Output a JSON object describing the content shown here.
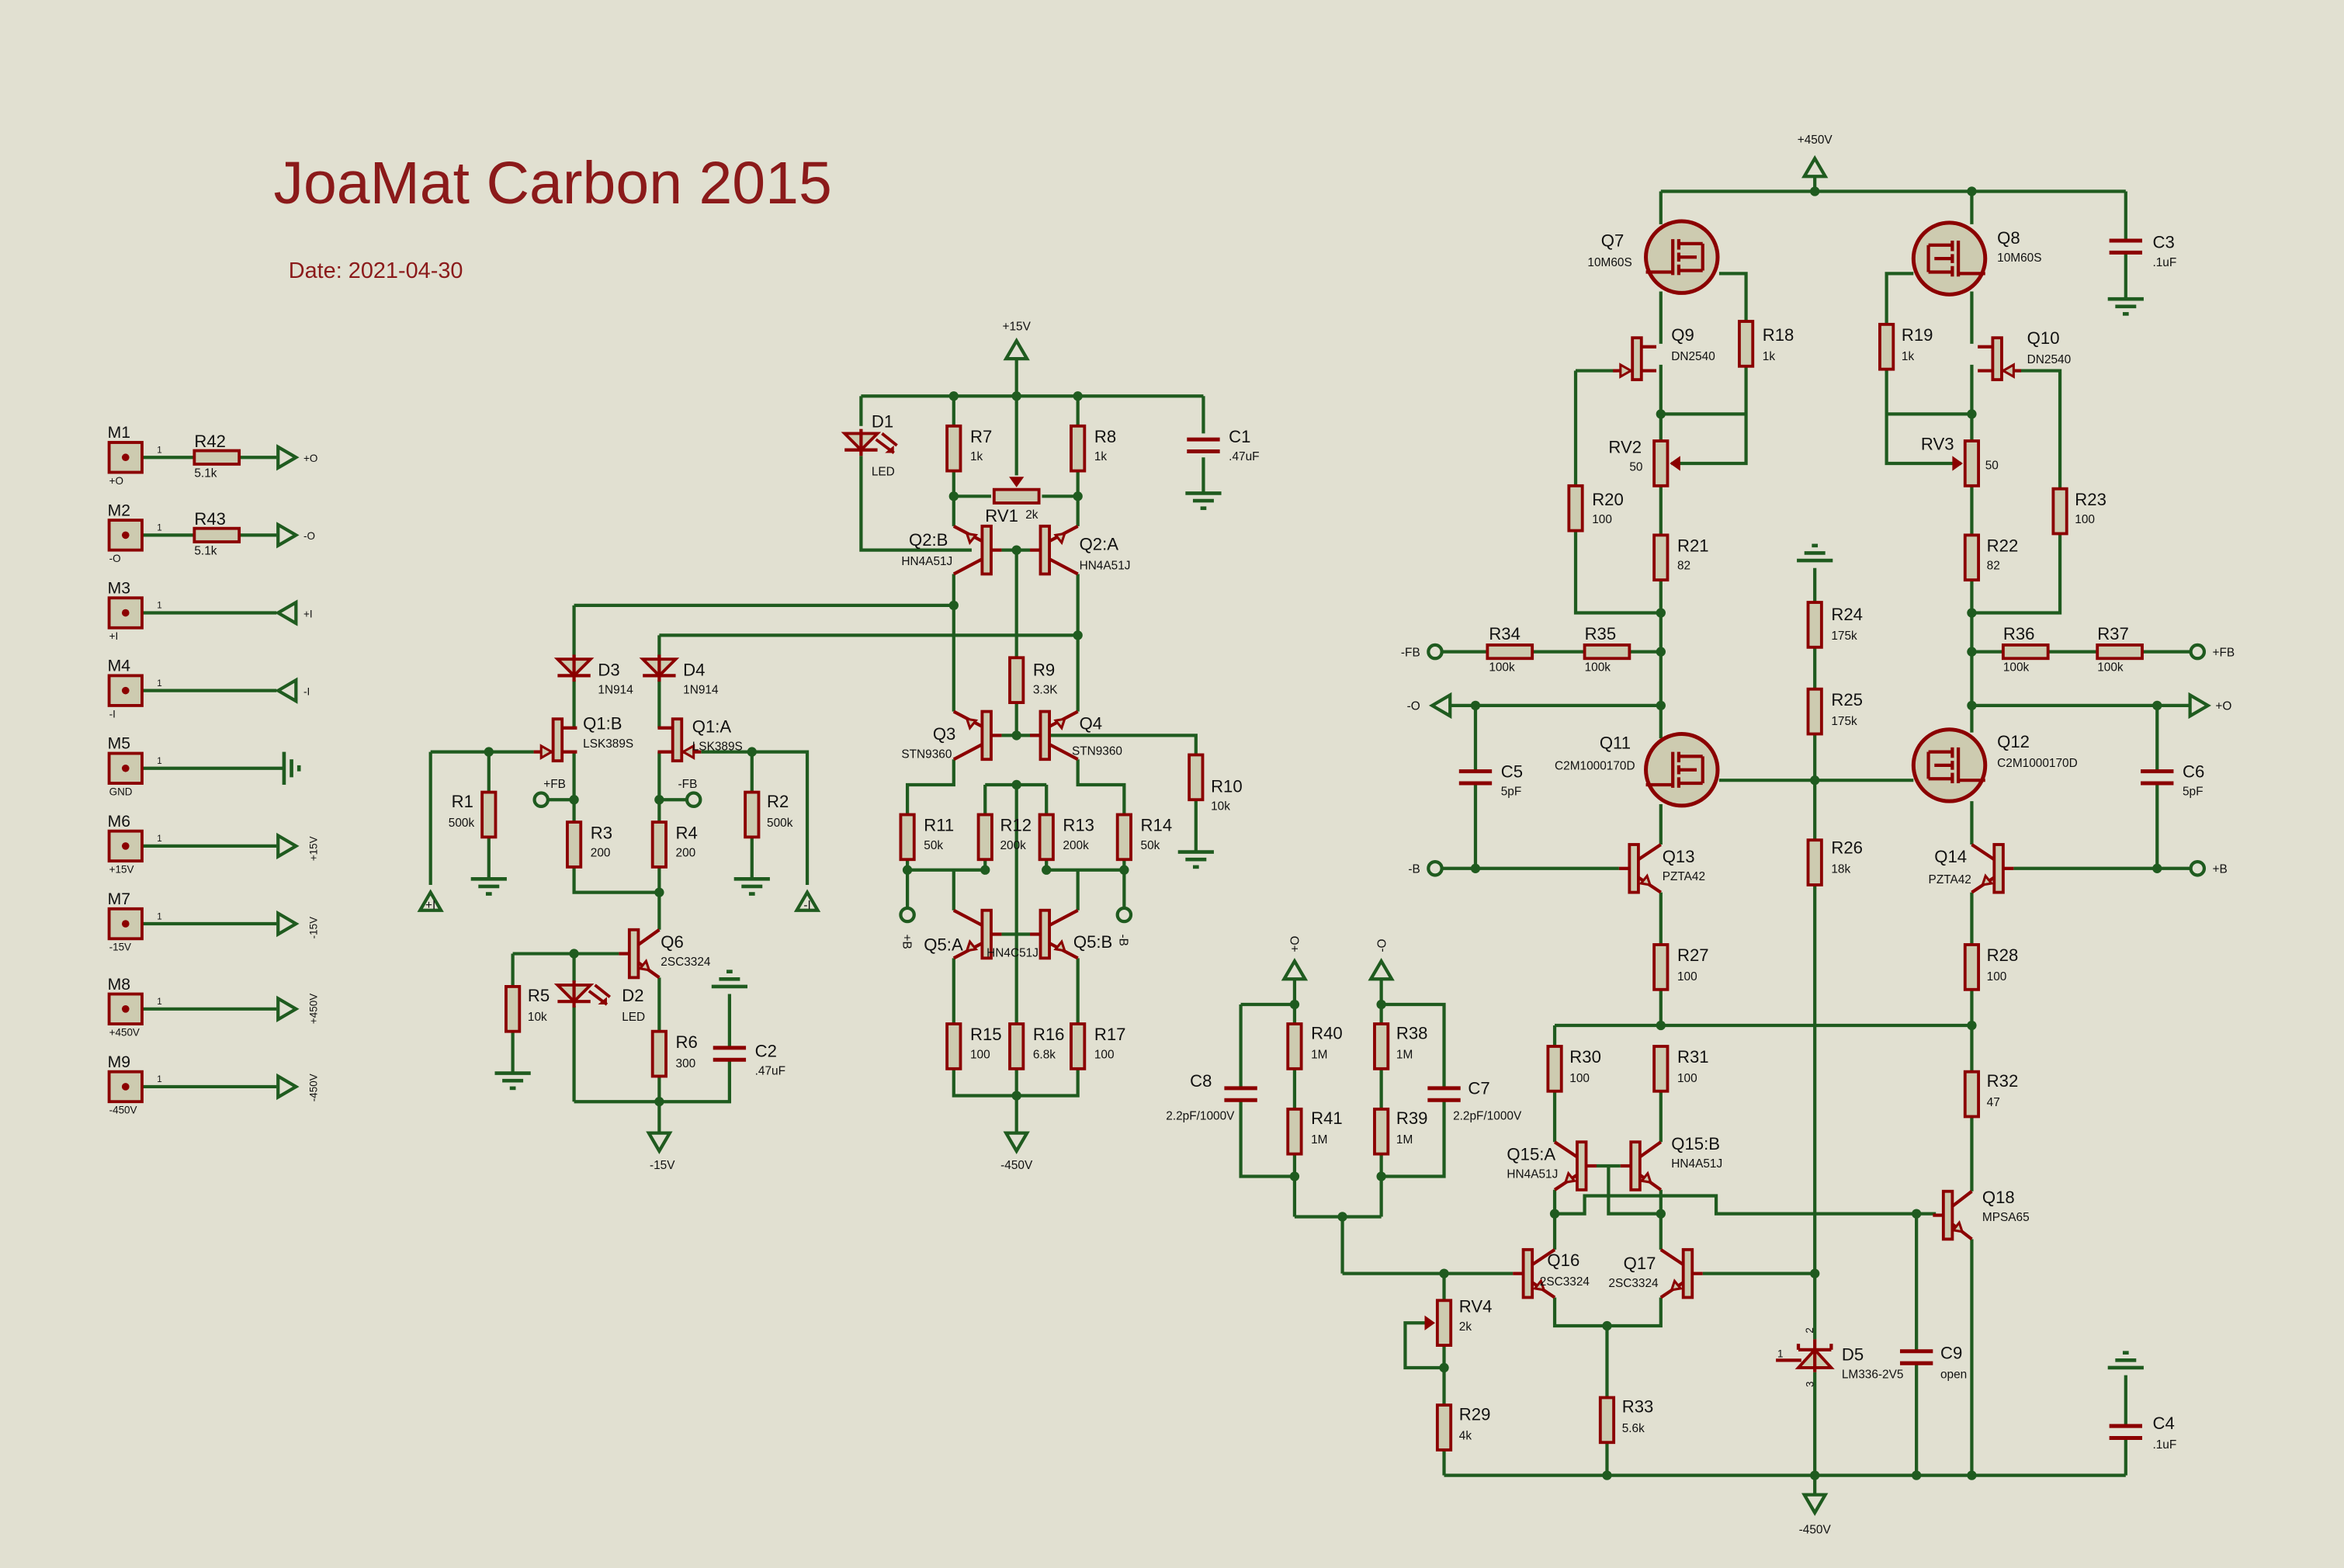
{
  "title": "JoaMat Carbon 2015",
  "date": "Date: 2021-04-30",
  "modules": [
    {
      "ref": "M1",
      "sub": "+O",
      "pin": "1",
      "net": "+O"
    },
    {
      "ref": "M2",
      "sub": "-O",
      "pin": "1",
      "net": "-O"
    },
    {
      "ref": "M3",
      "sub": "+I",
      "pin": "1",
      "net": "+I"
    },
    {
      "ref": "M4",
      "sub": "-I",
      "pin": "1",
      "net": "-I"
    },
    {
      "ref": "M5",
      "sub": "GND",
      "pin": "1",
      "net": ""
    },
    {
      "ref": "M6",
      "sub": "+15V",
      "pin": "1",
      "net": "+15V"
    },
    {
      "ref": "M7",
      "sub": "-15V",
      "pin": "1",
      "net": "-15V"
    },
    {
      "ref": "M8",
      "sub": "+450V",
      "pin": "1",
      "net": "+450V"
    },
    {
      "ref": "M9",
      "sub": "-450V",
      "pin": "1",
      "net": "-450V"
    }
  ],
  "net_labels": [
    "+15V",
    "-15V",
    "-450V",
    "+450V",
    "-450V",
    "+FB",
    "-FB",
    "+I",
    "-I",
    "+B",
    "-B",
    "-FB",
    "-O",
    "-B",
    "+FB",
    "+O",
    "+B",
    "+O",
    "-O"
  ],
  "components": {
    "R1": {
      "ref": "R1",
      "value": "500k"
    },
    "R2": {
      "ref": "R2",
      "value": "500k"
    },
    "R3": {
      "ref": "R3",
      "value": "200"
    },
    "R4": {
      "ref": "R4",
      "value": "200"
    },
    "R5": {
      "ref": "R5",
      "value": "10k"
    },
    "R6": {
      "ref": "R6",
      "value": "300"
    },
    "R7": {
      "ref": "R7",
      "value": "1k"
    },
    "R8": {
      "ref": "R8",
      "value": "1k"
    },
    "R9": {
      "ref": "R9",
      "value": "3.3K"
    },
    "R10": {
      "ref": "R10",
      "value": "10k"
    },
    "R11": {
      "ref": "R11",
      "value": "50k"
    },
    "R12": {
      "ref": "R12",
      "value": "200k"
    },
    "R13": {
      "ref": "R13",
      "value": "200k"
    },
    "R14": {
      "ref": "R14",
      "value": "50k"
    },
    "R15": {
      "ref": "R15",
      "value": "100"
    },
    "R16": {
      "ref": "R16",
      "value": "6.8k"
    },
    "R17": {
      "ref": "R17",
      "value": "100"
    },
    "R18": {
      "ref": "R18",
      "value": "1k"
    },
    "R19": {
      "ref": "R19",
      "value": "1k"
    },
    "R20": {
      "ref": "R20",
      "value": "100"
    },
    "R21": {
      "ref": "R21",
      "value": "82"
    },
    "R22": {
      "ref": "R22",
      "value": "82"
    },
    "R23": {
      "ref": "R23",
      "value": "100"
    },
    "R24": {
      "ref": "R24",
      "value": "175k"
    },
    "R25": {
      "ref": "R25",
      "value": "175k"
    },
    "R26": {
      "ref": "R26",
      "value": "18k"
    },
    "R27": {
      "ref": "R27",
      "value": "100"
    },
    "R28": {
      "ref": "R28",
      "value": "100"
    },
    "R29": {
      "ref": "R29",
      "value": "4k"
    },
    "R30": {
      "ref": "R30",
      "value": "100"
    },
    "R31": {
      "ref": "R31",
      "value": "100"
    },
    "R32": {
      "ref": "R32",
      "value": "47"
    },
    "R33": {
      "ref": "R33",
      "value": "5.6k"
    },
    "R34": {
      "ref": "R34",
      "value": "100k"
    },
    "R35": {
      "ref": "R35",
      "value": "100k"
    },
    "R36": {
      "ref": "R36",
      "value": "100k"
    },
    "R37": {
      "ref": "R37",
      "value": "100k"
    },
    "R38": {
      "ref": "R38",
      "value": "1M"
    },
    "R39": {
      "ref": "R39",
      "value": "1M"
    },
    "R40": {
      "ref": "R40",
      "value": "1M"
    },
    "R41": {
      "ref": "R41",
      "value": "1M"
    },
    "R42": {
      "ref": "R42",
      "value": "5.1k"
    },
    "R43": {
      "ref": "R43",
      "value": "5.1k"
    },
    "RV1": {
      "ref": "RV1",
      "value": "2k"
    },
    "RV2": {
      "ref": "RV2",
      "value": "50"
    },
    "RV3": {
      "ref": "RV3",
      "value": "50"
    },
    "RV4": {
      "ref": "RV4",
      "value": "2k"
    },
    "C1": {
      "ref": "C1",
      "value": ".47uF"
    },
    "C2": {
      "ref": "C2",
      "value": ".47uF"
    },
    "C3": {
      "ref": "C3",
      "value": ".1uF"
    },
    "C4": {
      "ref": "C4",
      "value": ".1uF"
    },
    "C5": {
      "ref": "C5",
      "value": "5pF"
    },
    "C6": {
      "ref": "C6",
      "value": "5pF"
    },
    "C7": {
      "ref": "C7",
      "value": "2.2pF/1000V"
    },
    "C8": {
      "ref": "C8",
      "value": "2.2pF/1000V"
    },
    "C9": {
      "ref": "C9",
      "value": "open"
    },
    "D1": {
      "ref": "D1",
      "value": "LED"
    },
    "D2": {
      "ref": "D2",
      "value": "LED"
    },
    "D3": {
      "ref": "D3",
      "value": "1N914"
    },
    "D4": {
      "ref": "D4",
      "value": "1N914"
    },
    "D5": {
      "ref": "D5",
      "value": "LM336-2V5",
      "pins": [
        "1",
        "2",
        "3"
      ]
    },
    "Q1A": {
      "ref": "Q1:A",
      "value": "LSK389S"
    },
    "Q1B": {
      "ref": "Q1:B",
      "value": "LSK389S"
    },
    "Q2A": {
      "ref": "Q2:A",
      "value": "HN4A51J"
    },
    "Q2B": {
      "ref": "Q2:B",
      "value": "HN4A51J"
    },
    "Q3": {
      "ref": "Q3",
      "value": "STN9360"
    },
    "Q4": {
      "ref": "Q4",
      "value": "STN9360"
    },
    "Q5A": {
      "ref": "Q5:A",
      "value": "HN4C51J"
    },
    "Q5B": {
      "ref": "Q5:B",
      "value": ""
    },
    "Q6": {
      "ref": "Q6",
      "value": "2SC3324"
    },
    "Q7": {
      "ref": "Q7",
      "value": "10M60S"
    },
    "Q8": {
      "ref": "Q8",
      "value": "10M60S"
    },
    "Q9": {
      "ref": "Q9",
      "value": "DN2540"
    },
    "Q10": {
      "ref": "Q10",
      "value": "DN2540"
    },
    "Q11": {
      "ref": "Q11",
      "value": "C2M1000170D"
    },
    "Q12": {
      "ref": "Q12",
      "value": "C2M1000170D"
    },
    "Q13": {
      "ref": "Q13",
      "value": "PZTA42"
    },
    "Q14": {
      "ref": "Q14",
      "value": "PZTA42"
    },
    "Q15A": {
      "ref": "Q15:A",
      "value": "HN4A51J"
    },
    "Q15B": {
      "ref": "Q15:B",
      "value": "HN4A51J"
    },
    "Q16": {
      "ref": "Q16",
      "value": "2SC3324"
    },
    "Q17": {
      "ref": "Q17",
      "value": "2SC3324"
    },
    "Q18": {
      "ref": "Q18",
      "value": "MPSA65"
    }
  }
}
